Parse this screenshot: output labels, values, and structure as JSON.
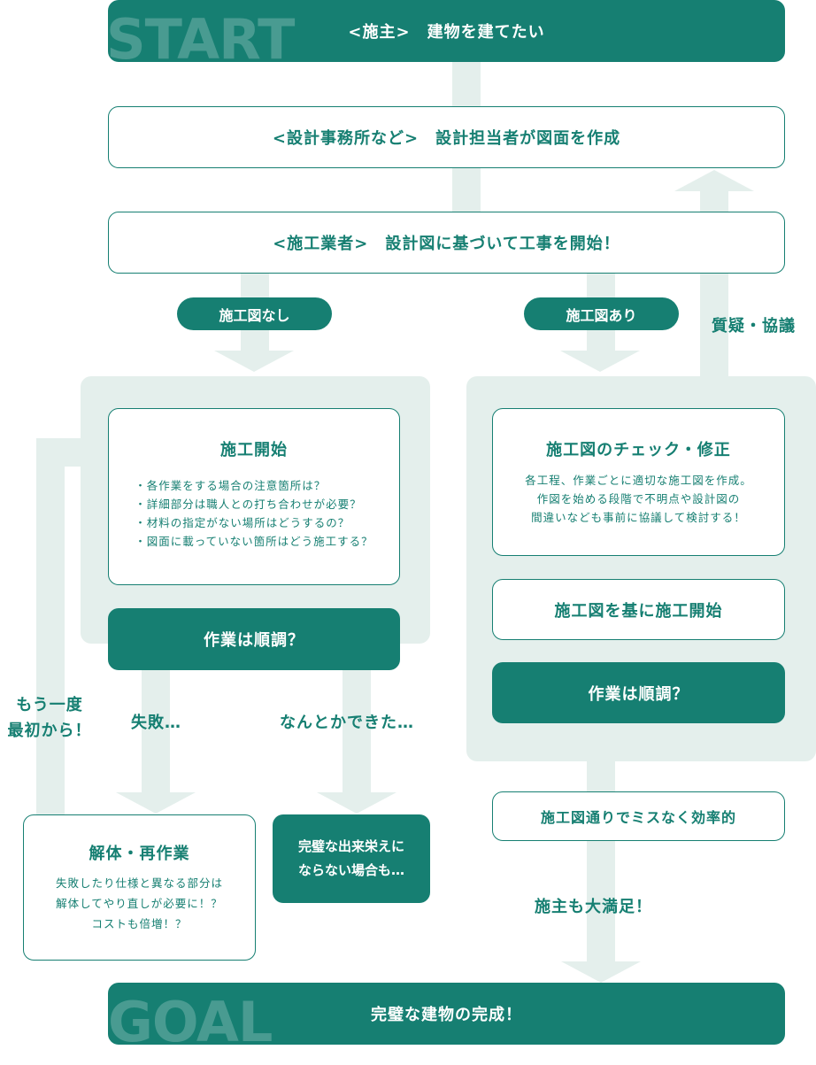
{
  "start": {
    "watermark": "START",
    "text": "<施主>　建物を建てたい"
  },
  "designer": {
    "text": "<設計事務所など>　設計担当者が図面を作成"
  },
  "contractor": {
    "text": "<施工業者>　設計図に基づいて工事を開始！"
  },
  "qa_label": "質疑・協議",
  "left": {
    "pill": "施工図なし",
    "title": "施工開始",
    "bullets": [
      "・各作業をする場合の注意箇所は？",
      "・詳細部分は職人との打ち合わせが必要？",
      "・材料の指定がない場所はどうするの？",
      "・図面に載っていない箇所はどう施工する？"
    ],
    "question": "作業は順調？",
    "retry": [
      "もう一度",
      "最初から！"
    ],
    "fail_label": "失敗…",
    "ok_label": "なんとかできた…",
    "rework_title": "解体・再作業",
    "rework_lines": [
      "失敗したり仕様と異なる部分は",
      "解体してやり直しが必要に！？",
      "コストも倍増！？"
    ],
    "imperfect": [
      "完璧な出来栄えに",
      "ならない場合も…"
    ]
  },
  "right": {
    "pill": "施工図あり",
    "title": "施工図のチェック・修正",
    "desc": [
      "各工程、作業ごとに適切な施工図を作成。",
      "作図を始める段階で不明点や設計図の",
      "間違いなども事前に協議して検討する！"
    ],
    "start": "施工図を基に施工開始",
    "question": "作業は順調？",
    "efficient": "施工図通りでミスなく効率的",
    "satisfied": "施主も大満足！"
  },
  "goal": {
    "watermark": "GOAL",
    "text": "完璧な建物の完成！"
  }
}
